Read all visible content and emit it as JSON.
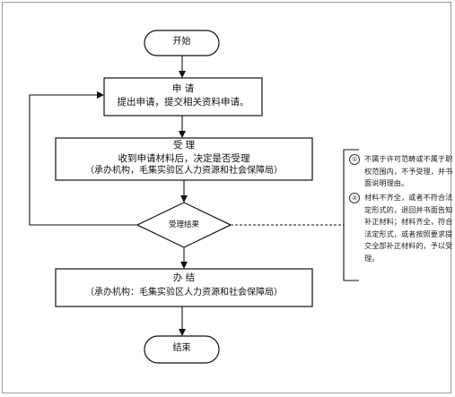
{
  "flow": {
    "start": "开始",
    "apply": {
      "title": "申 请",
      "desc": "提出申请，提交相关资料申请。"
    },
    "accept": {
      "title": "受 理",
      "desc": "收到申请材料后，决定是否受理",
      "org": "（承办机构，毛集实验区人力资源和社会保障局）"
    },
    "decision": "受理结果",
    "handle": {
      "title": "办 结",
      "org": "（承办机构：毛集实验区人力资源和社会保障局）"
    },
    "end": "结束"
  },
  "notes": [
    {
      "num": "①",
      "text": "不属于许可范畴或不属于职权范围内，不予受理，并书面说明理由。"
    },
    {
      "num": "②",
      "text": "材料不齐全，或者不符合法定形式的，退回并书面告知补正材料；材料齐全，符合法定形式，或者按照要求提交全部补正材料的，予以受理。"
    }
  ]
}
